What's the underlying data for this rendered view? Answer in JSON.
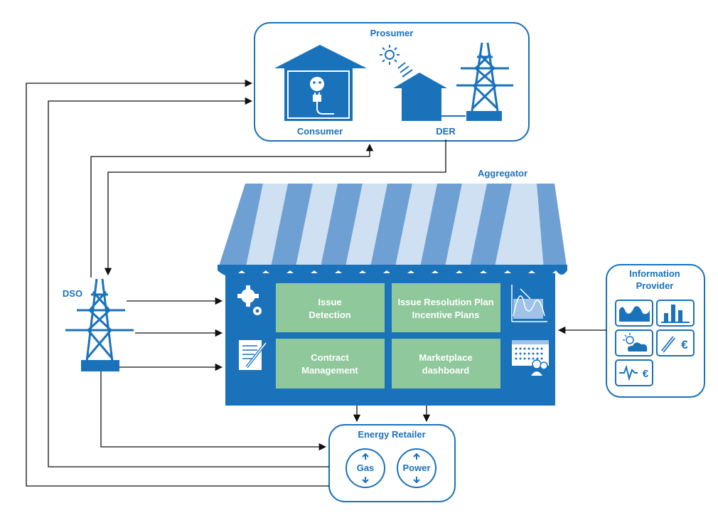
{
  "prosumer": {
    "title": "Prosumer",
    "consumer_label": "Consumer",
    "der_label": "DER"
  },
  "aggregator": {
    "title": "Aggregator",
    "cells": {
      "issue_detection": [
        "Issue",
        "Detection"
      ],
      "issue_resolution": [
        "Issue Resolution Plan",
        "Incentive Plans"
      ],
      "contract_management": [
        "Contract",
        "Management"
      ],
      "marketplace": [
        "Marketplace",
        "dashboard"
      ]
    }
  },
  "dso": {
    "label": "DSO"
  },
  "information_provider": {
    "title_line1": "Information",
    "title_line2": "Provider",
    "euro_symbol": "€"
  },
  "energy_retailer": {
    "title": "Energy Retailer",
    "gas_label": "Gas",
    "power_label": "Power"
  },
  "colors": {
    "primary_blue": "#1a72bb",
    "green_cell": "#8fc89b",
    "awning_dark": "#6fa0d4",
    "awning_light": "#cfe0f2"
  }
}
